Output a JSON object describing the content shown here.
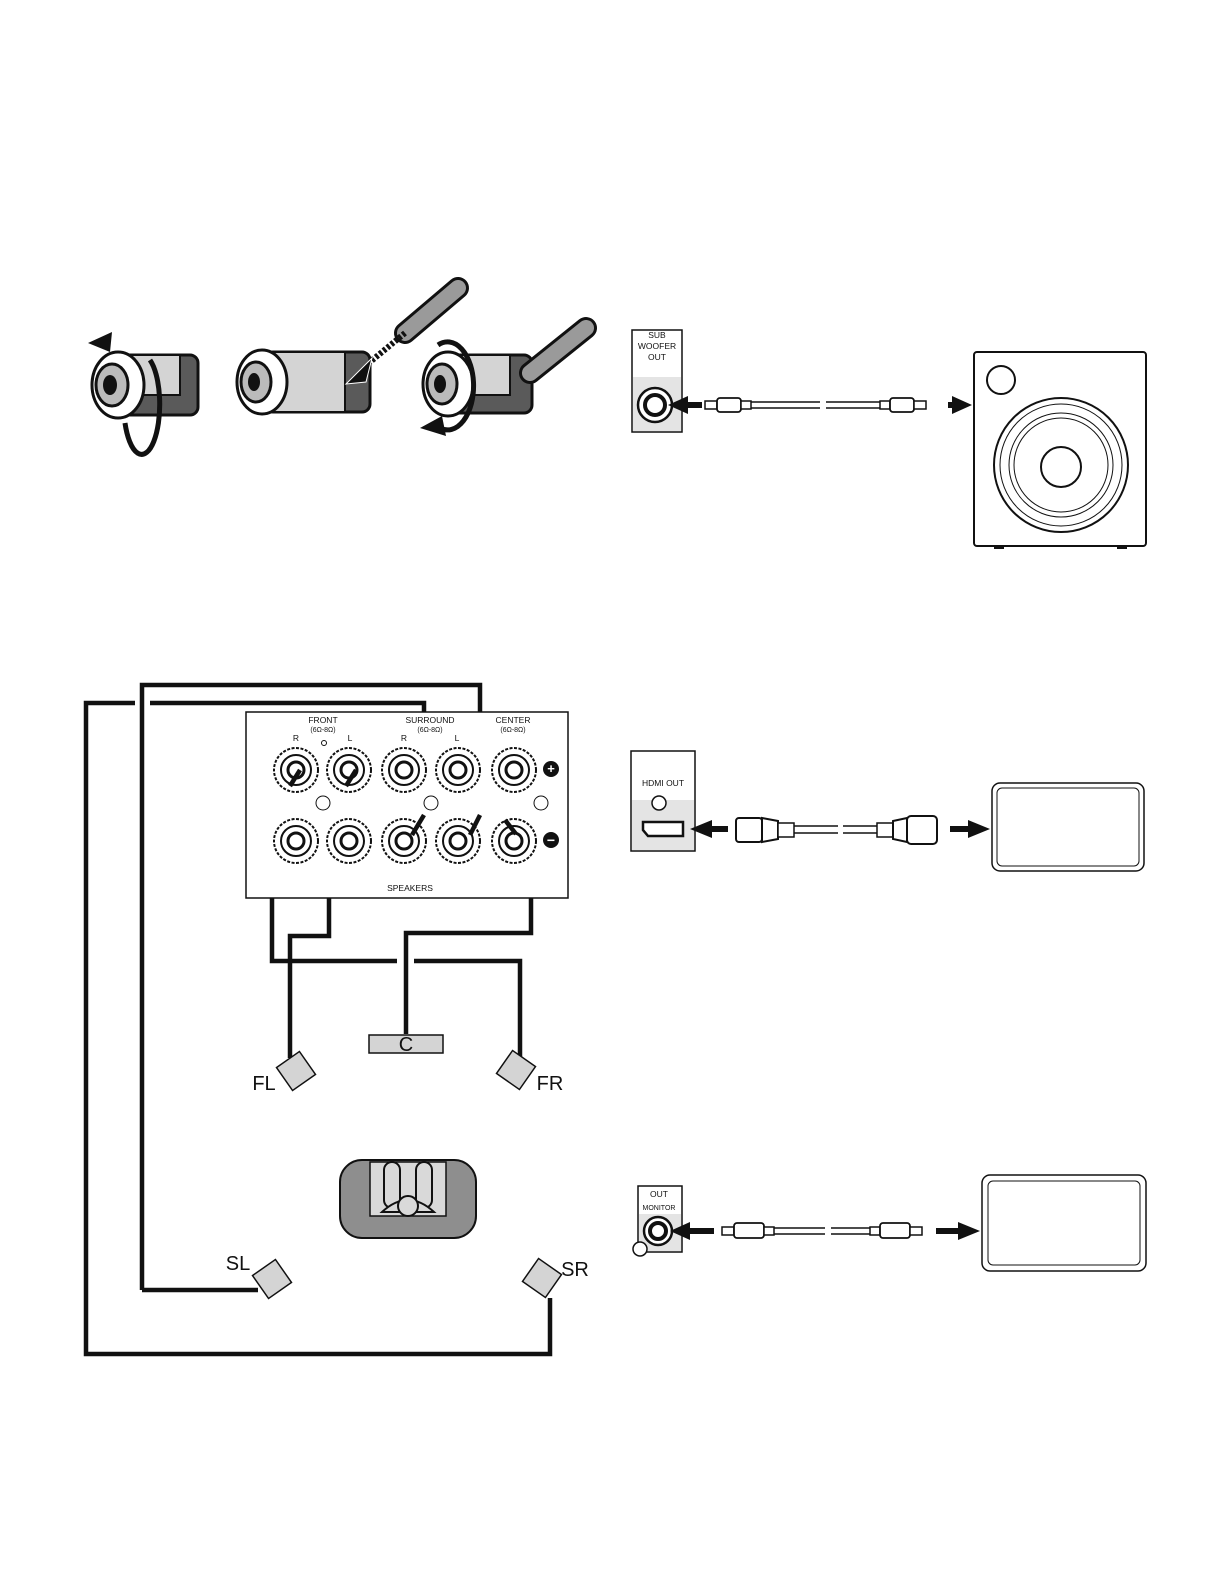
{
  "speaker_panel": {
    "front_label": "FRONT",
    "front_ohm": "(6Ω-8Ω)",
    "surround_label": "SURROUND",
    "surround_ohm": "(6Ω-8Ω)",
    "center_label": "CENTER",
    "center_ohm": "(6Ω-8Ω)",
    "r_label": "R",
    "l_label": "L",
    "plus_symbol": "+",
    "minus_symbol": "−",
    "speakers_label": "SPEAKERS"
  },
  "speaker_positions": {
    "fl": "FL",
    "c": "C",
    "fr": "FR",
    "sl": "SL",
    "sr": "SR"
  },
  "subwoofer_port": {
    "line1": "SUB",
    "line2": "WOOFER",
    "line3": "OUT"
  },
  "hdmi_port": {
    "label": "HDMI OUT"
  },
  "monitor_port": {
    "line1": "OUT",
    "line2": "MONITOR"
  },
  "colors": {
    "line": "#111111",
    "gray_dark": "#5a5a5a",
    "gray_mid": "#9a9a9a",
    "gray_light": "#d4d4d4"
  }
}
